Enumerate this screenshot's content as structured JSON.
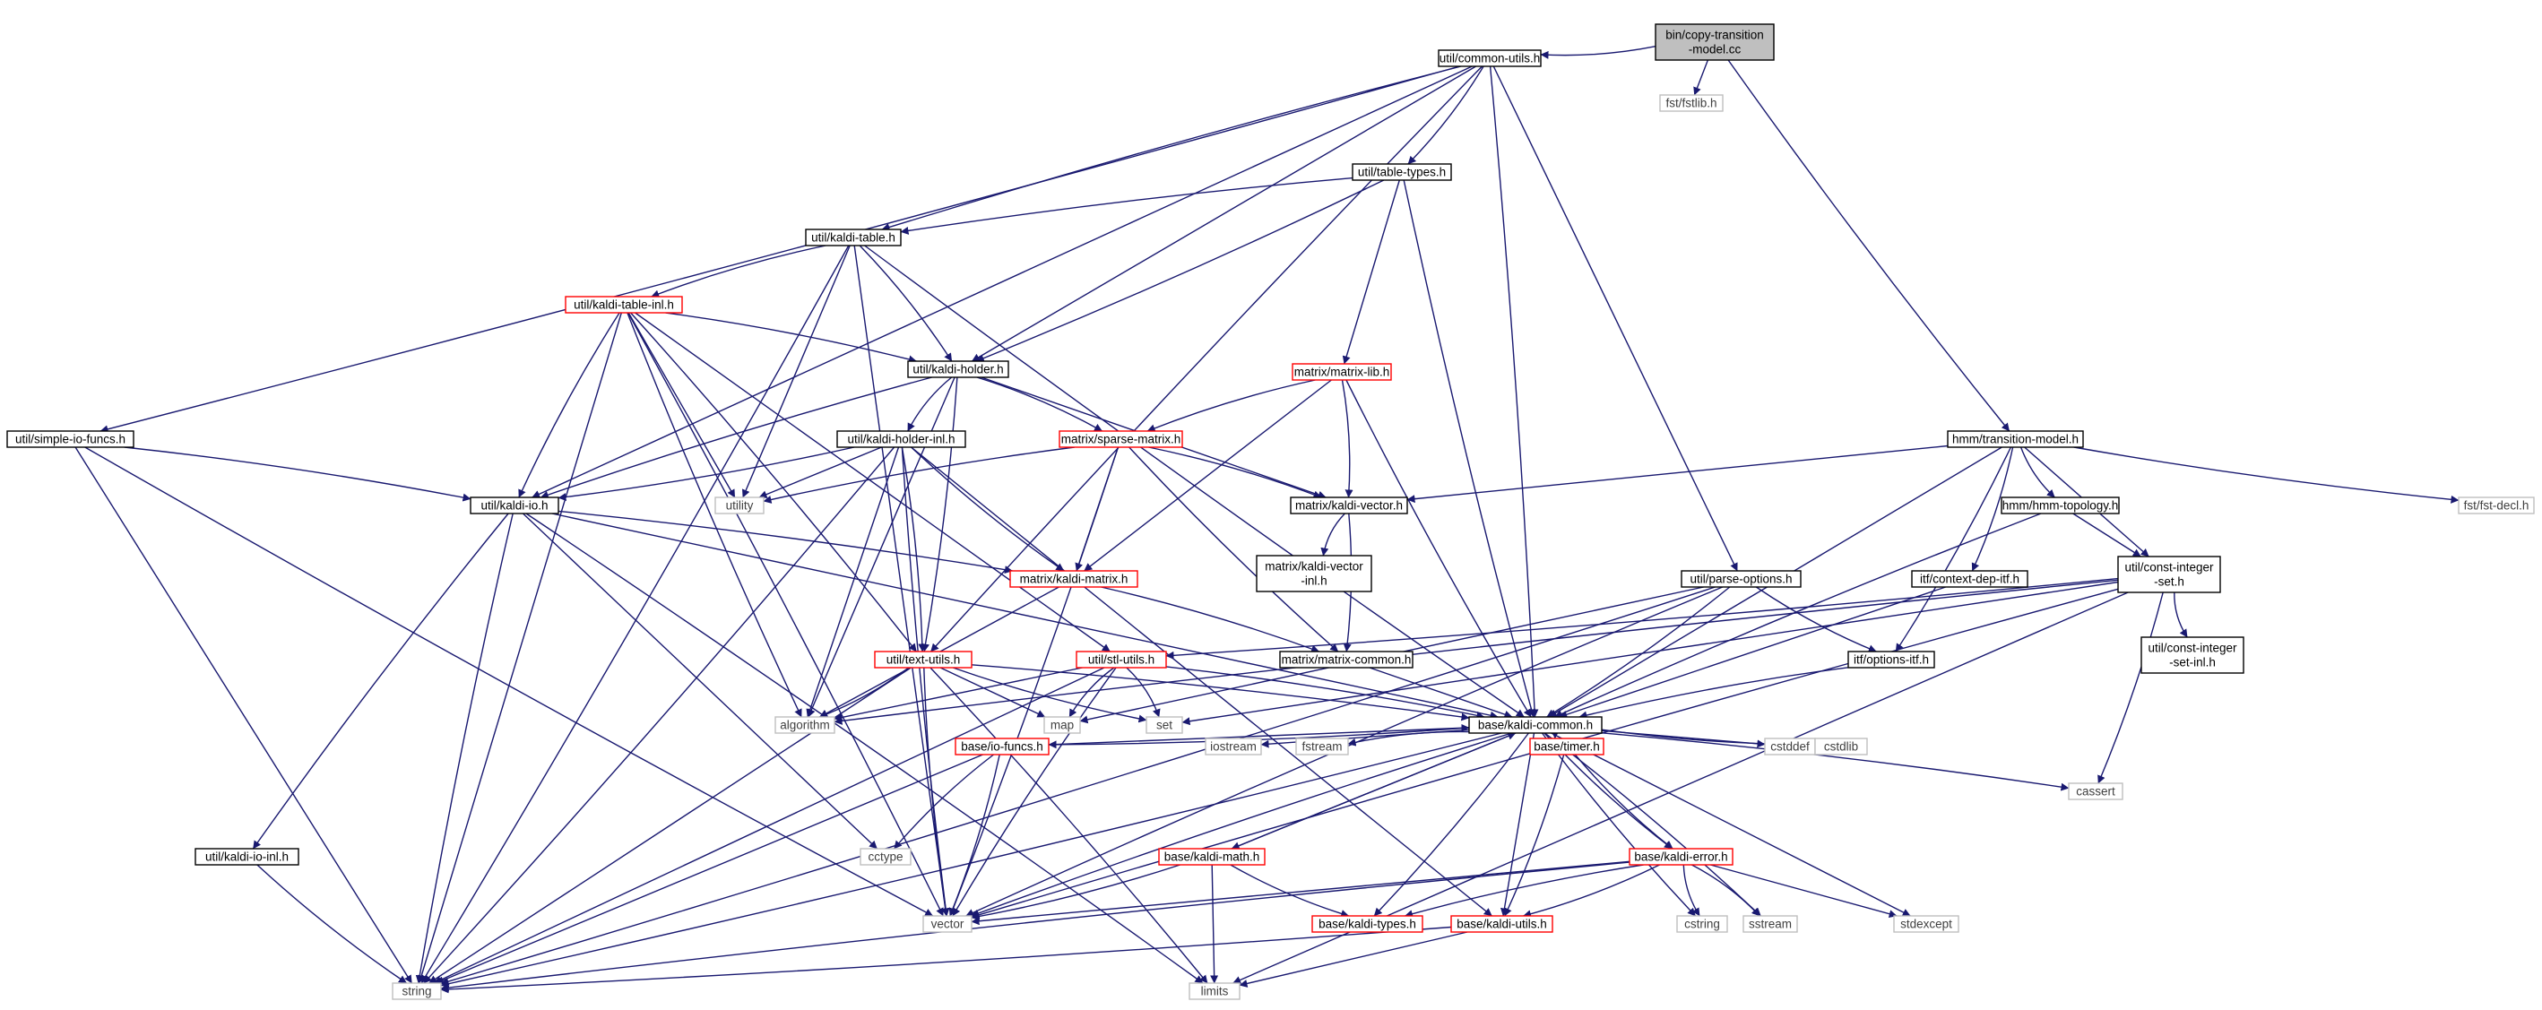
{
  "graph": {
    "type": "include-dependency-graph",
    "colors": {
      "edge": "#191970",
      "root_fill": "#bfbfbf",
      "root_border": "#000000",
      "documented_border": "#000000",
      "has_more_deps_border": "#ff0000",
      "external_border": "#bfbfbf",
      "external_text": "#404040",
      "text": "#000000"
    },
    "nodes": [
      {
        "id": "root",
        "lines": [
          "bin/copy-transition",
          "-model.cc"
        ],
        "kind": "root"
      },
      {
        "id": "common_utils",
        "lines": [
          "util/common-utils.h"
        ],
        "kind": "doc"
      },
      {
        "id": "fstlib",
        "lines": [
          "fst/fstlib.h"
        ],
        "kind": "ext"
      },
      {
        "id": "table_types",
        "lines": [
          "util/table-types.h"
        ],
        "kind": "doc"
      },
      {
        "id": "kaldi_table",
        "lines": [
          "util/kaldi-table.h"
        ],
        "kind": "doc"
      },
      {
        "id": "kaldi_table_inl",
        "lines": [
          "util/kaldi-table-inl.h"
        ],
        "kind": "red"
      },
      {
        "id": "kaldi_holder",
        "lines": [
          "util/kaldi-holder.h"
        ],
        "kind": "doc"
      },
      {
        "id": "matrix_lib",
        "lines": [
          "matrix/matrix-lib.h"
        ],
        "kind": "red"
      },
      {
        "id": "simple_io",
        "lines": [
          "util/simple-io-funcs.h"
        ],
        "kind": "doc"
      },
      {
        "id": "holder_inl",
        "lines": [
          "util/kaldi-holder-inl.h"
        ],
        "kind": "doc"
      },
      {
        "id": "sparse_matrix",
        "lines": [
          "matrix/sparse-matrix.h"
        ],
        "kind": "red"
      },
      {
        "id": "transition_model",
        "lines": [
          "hmm/transition-model.h"
        ],
        "kind": "doc"
      },
      {
        "id": "fst_decl",
        "lines": [
          "fst/fst-decl.h"
        ],
        "kind": "ext"
      },
      {
        "id": "kaldi_io",
        "lines": [
          "util/kaldi-io.h"
        ],
        "kind": "doc"
      },
      {
        "id": "utility",
        "lines": [
          "utility"
        ],
        "kind": "ext"
      },
      {
        "id": "kaldi_vector",
        "lines": [
          "matrix/kaldi-vector.h"
        ],
        "kind": "doc"
      },
      {
        "id": "hmm_topology",
        "lines": [
          "hmm/hmm-topology.h"
        ],
        "kind": "doc"
      },
      {
        "id": "vector_inl",
        "lines": [
          "matrix/kaldi-vector",
          "-inl.h"
        ],
        "kind": "doc"
      },
      {
        "id": "kaldi_matrix",
        "lines": [
          "matrix/kaldi-matrix.h"
        ],
        "kind": "red"
      },
      {
        "id": "parse_options",
        "lines": [
          "util/parse-options.h"
        ],
        "kind": "doc"
      },
      {
        "id": "context_dep_itf",
        "lines": [
          "itf/context-dep-itf.h"
        ],
        "kind": "doc"
      },
      {
        "id": "const_integer_set",
        "lines": [
          "util/const-integer",
          "-set.h"
        ],
        "kind": "doc"
      },
      {
        "id": "text_utils",
        "lines": [
          "util/text-utils.h"
        ],
        "kind": "red"
      },
      {
        "id": "stl_utils",
        "lines": [
          "util/stl-utils.h"
        ],
        "kind": "red"
      },
      {
        "id": "matrix_common",
        "lines": [
          "matrix/matrix-common.h"
        ],
        "kind": "doc"
      },
      {
        "id": "options_itf",
        "lines": [
          "itf/options-itf.h"
        ],
        "kind": "doc"
      },
      {
        "id": "const_integer_set_inl",
        "lines": [
          "util/const-integer",
          "-set-inl.h"
        ],
        "kind": "doc"
      },
      {
        "id": "algorithm",
        "lines": [
          "algorithm"
        ],
        "kind": "ext"
      },
      {
        "id": "map",
        "lines": [
          "map"
        ],
        "kind": "ext"
      },
      {
        "id": "set",
        "lines": [
          "set"
        ],
        "kind": "ext"
      },
      {
        "id": "kaldi_common",
        "lines": [
          "base/kaldi-common.h"
        ],
        "kind": "doc"
      },
      {
        "id": "io_funcs",
        "lines": [
          "base/io-funcs.h"
        ],
        "kind": "red"
      },
      {
        "id": "iostream",
        "lines": [
          "iostream"
        ],
        "kind": "ext"
      },
      {
        "id": "fstream",
        "lines": [
          "fstream"
        ],
        "kind": "ext"
      },
      {
        "id": "timer",
        "lines": [
          "base/timer.h"
        ],
        "kind": "red"
      },
      {
        "id": "cstddef",
        "lines": [
          "cstddef"
        ],
        "kind": "ext"
      },
      {
        "id": "cstdlib",
        "lines": [
          "cstdlib"
        ],
        "kind": "ext"
      },
      {
        "id": "cassert",
        "lines": [
          "cassert"
        ],
        "kind": "ext"
      },
      {
        "id": "kaldi_io_inl",
        "lines": [
          "util/kaldi-io-inl.h"
        ],
        "kind": "doc"
      },
      {
        "id": "cctype",
        "lines": [
          "cctype"
        ],
        "kind": "ext"
      },
      {
        "id": "kaldi_math",
        "lines": [
          "base/kaldi-math.h"
        ],
        "kind": "red"
      },
      {
        "id": "kaldi_error",
        "lines": [
          "base/kaldi-error.h"
        ],
        "kind": "red"
      },
      {
        "id": "vector",
        "lines": [
          "vector"
        ],
        "kind": "ext"
      },
      {
        "id": "kaldi_types",
        "lines": [
          "base/kaldi-types.h"
        ],
        "kind": "red"
      },
      {
        "id": "kaldi_utils",
        "lines": [
          "base/kaldi-utils.h"
        ],
        "kind": "red"
      },
      {
        "id": "cstring",
        "lines": [
          "cstring"
        ],
        "kind": "ext"
      },
      {
        "id": "sstream",
        "lines": [
          "sstream"
        ],
        "kind": "ext"
      },
      {
        "id": "stdexcept",
        "lines": [
          "stdexcept"
        ],
        "kind": "ext"
      },
      {
        "id": "string",
        "lines": [
          "string"
        ],
        "kind": "ext"
      },
      {
        "id": "limits",
        "lines": [
          "limits"
        ],
        "kind": "ext"
      }
    ],
    "edges": [
      [
        "root",
        "common_utils"
      ],
      [
        "root",
        "fstlib"
      ],
      [
        "root",
        "transition_model"
      ],
      [
        "common_utils",
        "simple_io"
      ],
      [
        "common_utils",
        "kaldi_io"
      ],
      [
        "common_utils",
        "kaldi_table"
      ],
      [
        "common_utils",
        "table_types"
      ],
      [
        "common_utils",
        "kaldi_holder"
      ],
      [
        "common_utils",
        "text_utils"
      ],
      [
        "common_utils",
        "kaldi_common"
      ],
      [
        "common_utils",
        "parse_options"
      ],
      [
        "table_types",
        "kaldi_table"
      ],
      [
        "table_types",
        "kaldi_holder"
      ],
      [
        "table_types",
        "matrix_lib"
      ],
      [
        "table_types",
        "kaldi_common"
      ],
      [
        "kaldi_table",
        "string"
      ],
      [
        "kaldi_table",
        "vector"
      ],
      [
        "kaldi_table",
        "kaldi_table_inl"
      ],
      [
        "kaldi_table",
        "kaldi_holder"
      ],
      [
        "kaldi_table",
        "utility"
      ],
      [
        "kaldi_table",
        "kaldi_common"
      ],
      [
        "kaldi_table_inl",
        "kaldi_holder"
      ],
      [
        "kaldi_table_inl",
        "utility"
      ],
      [
        "kaldi_table_inl",
        "kaldi_io"
      ],
      [
        "kaldi_table_inl",
        "text_utils"
      ],
      [
        "kaldi_table_inl",
        "stl_utils"
      ],
      [
        "kaldi_table_inl",
        "algorithm"
      ],
      [
        "kaldi_table_inl",
        "vector"
      ],
      [
        "kaldi_table_inl",
        "string"
      ],
      [
        "kaldi_holder",
        "holder_inl"
      ],
      [
        "kaldi_holder",
        "sparse_matrix"
      ],
      [
        "kaldi_holder",
        "kaldi_vector"
      ],
      [
        "kaldi_holder",
        "kaldi_io"
      ],
      [
        "kaldi_holder",
        "text_utils"
      ],
      [
        "kaldi_holder",
        "algorithm"
      ],
      [
        "matrix_lib",
        "sparse_matrix"
      ],
      [
        "matrix_lib",
        "kaldi_vector"
      ],
      [
        "matrix_lib",
        "kaldi_matrix"
      ],
      [
        "matrix_lib",
        "kaldi_common"
      ],
      [
        "simple_io",
        "kaldi_io"
      ],
      [
        "simple_io",
        "string"
      ],
      [
        "simple_io",
        "vector"
      ],
      [
        "holder_inl",
        "kaldi_io"
      ],
      [
        "holder_inl",
        "utility"
      ],
      [
        "holder_inl",
        "kaldi_matrix"
      ],
      [
        "holder_inl",
        "text_utils"
      ],
      [
        "holder_inl",
        "algorithm"
      ],
      [
        "holder_inl",
        "vector"
      ],
      [
        "holder_inl",
        "string"
      ],
      [
        "holder_inl",
        "kaldi_utils"
      ],
      [
        "sparse_matrix",
        "utility"
      ],
      [
        "sparse_matrix",
        "kaldi_vector"
      ],
      [
        "sparse_matrix",
        "kaldi_matrix"
      ],
      [
        "sparse_matrix",
        "matrix_common"
      ],
      [
        "sparse_matrix",
        "vector"
      ],
      [
        "transition_model",
        "kaldi_vector"
      ],
      [
        "transition_model",
        "hmm_topology"
      ],
      [
        "transition_model",
        "context_dep_itf"
      ],
      [
        "transition_model",
        "const_integer_set"
      ],
      [
        "transition_model",
        "fst_decl"
      ],
      [
        "transition_model",
        "options_itf"
      ],
      [
        "transition_model",
        "kaldi_common"
      ],
      [
        "kaldi_io",
        "kaldi_io_inl"
      ],
      [
        "kaldi_io",
        "kaldi_matrix"
      ],
      [
        "kaldi_io",
        "kaldi_common"
      ],
      [
        "kaldi_io",
        "string"
      ],
      [
        "kaldi_io",
        "limits"
      ],
      [
        "kaldi_io",
        "cctype"
      ],
      [
        "kaldi_vector",
        "vector_inl"
      ],
      [
        "kaldi_vector",
        "matrix_common"
      ],
      [
        "hmm_topology",
        "const_integer_set"
      ],
      [
        "hmm_topology",
        "kaldi_common"
      ],
      [
        "kaldi_matrix",
        "matrix_common"
      ],
      [
        "kaldi_matrix",
        "algorithm"
      ],
      [
        "parse_options",
        "options_itf"
      ],
      [
        "parse_options",
        "kaldi_common"
      ],
      [
        "parse_options",
        "map"
      ],
      [
        "parse_options",
        "vector"
      ],
      [
        "parse_options",
        "string"
      ],
      [
        "context_dep_itf",
        "kaldi_common"
      ],
      [
        "const_integer_set",
        "const_integer_set_inl"
      ],
      [
        "const_integer_set",
        "stl_utils"
      ],
      [
        "const_integer_set",
        "set"
      ],
      [
        "const_integer_set",
        "vector"
      ],
      [
        "const_integer_set",
        "cassert"
      ],
      [
        "const_integer_set",
        "limits"
      ],
      [
        "const_integer_set",
        "algorithm"
      ],
      [
        "text_utils",
        "algorithm"
      ],
      [
        "text_utils",
        "map"
      ],
      [
        "text_utils",
        "set"
      ],
      [
        "text_utils",
        "limits"
      ],
      [
        "text_utils",
        "string"
      ],
      [
        "text_utils",
        "vector"
      ],
      [
        "text_utils",
        "kaldi_common"
      ],
      [
        "stl_utils",
        "algorithm"
      ],
      [
        "stl_utils",
        "map"
      ],
      [
        "stl_utils",
        "set"
      ],
      [
        "stl_utils",
        "string"
      ],
      [
        "stl_utils",
        "vector"
      ],
      [
        "stl_utils",
        "kaldi_common"
      ],
      [
        "matrix_common",
        "kaldi_common"
      ],
      [
        "options_itf",
        "kaldi_common"
      ],
      [
        "kaldi_common",
        "io_funcs"
      ],
      [
        "kaldi_common",
        "iostream"
      ],
      [
        "kaldi_common",
        "fstream"
      ],
      [
        "kaldi_common",
        "timer"
      ],
      [
        "kaldi_common",
        "cstddef"
      ],
      [
        "kaldi_common",
        "cstdlib"
      ],
      [
        "kaldi_common",
        "cassert"
      ],
      [
        "kaldi_common",
        "kaldi_math"
      ],
      [
        "kaldi_common",
        "kaldi_error"
      ],
      [
        "kaldi_common",
        "kaldi_types"
      ],
      [
        "kaldi_common",
        "kaldi_utils"
      ],
      [
        "kaldi_common",
        "cstring"
      ],
      [
        "kaldi_common",
        "sstream"
      ],
      [
        "kaldi_common",
        "stdexcept"
      ],
      [
        "kaldi_common",
        "vector"
      ],
      [
        "kaldi_common",
        "string"
      ],
      [
        "io_funcs",
        "kaldi_common"
      ],
      [
        "io_funcs",
        "cctype"
      ],
      [
        "io_funcs",
        "vector"
      ],
      [
        "io_funcs",
        "string"
      ],
      [
        "timer",
        "kaldi_error"
      ],
      [
        "timer",
        "kaldi_utils"
      ],
      [
        "kaldi_math",
        "kaldi_common"
      ],
      [
        "kaldi_math",
        "kaldi_types"
      ],
      [
        "kaldi_math",
        "vector"
      ],
      [
        "kaldi_math",
        "limits"
      ],
      [
        "kaldi_error",
        "kaldi_types"
      ],
      [
        "kaldi_error",
        "kaldi_utils"
      ],
      [
        "kaldi_error",
        "vector"
      ],
      [
        "kaldi_error",
        "cstring"
      ],
      [
        "kaldi_error",
        "sstream"
      ],
      [
        "kaldi_error",
        "stdexcept"
      ],
      [
        "kaldi_error",
        "string"
      ],
      [
        "kaldi_utils",
        "string"
      ],
      [
        "kaldi_utils",
        "limits"
      ],
      [
        "kaldi_io_inl",
        "string"
      ]
    ]
  }
}
